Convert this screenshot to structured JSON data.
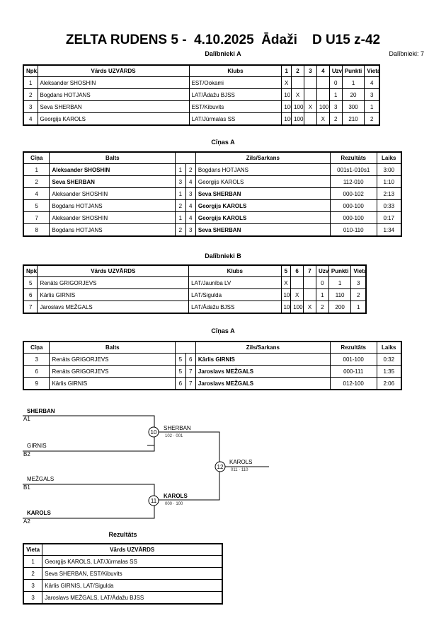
{
  "header": {
    "title": "ZELTA RUDENS 5 -  4.10.2025  Ādaži    D U15 z-42",
    "participants_count": "Dalībnieki: 7"
  },
  "groupA": {
    "title": "Dalībnieki A",
    "headers": [
      "Npk.",
      "Vārds UZVĀRDS",
      "Klubs",
      "1",
      "2",
      "3",
      "4",
      "Uzv.",
      "Punkti",
      "Vieta"
    ],
    "rows": [
      [
        "1",
        "Aleksander SHOSHIN",
        "EST/Ookami",
        "X",
        "",
        "",
        "",
        "0",
        "1",
        "4"
      ],
      [
        "2",
        "Bogdans HOTJANS",
        "LAT/Ādažu BJSS",
        "10",
        "X",
        "",
        "",
        "1",
        "20",
        "3"
      ],
      [
        "3",
        "Seva SHERBAN",
        "EST/Kibuvits",
        "100",
        "100",
        "X",
        "100",
        "3",
        "300",
        "1"
      ],
      [
        "4",
        "Georgijs KAROLS",
        "LAT/Jūrmalas SS",
        "100",
        "100",
        "",
        "X",
        "2",
        "210",
        "2"
      ]
    ]
  },
  "boutsA": {
    "title": "Cīņas A",
    "headers": [
      "Cīņa",
      "Balts",
      "Zils/Sarkans",
      "Rezultāts",
      "Laiks"
    ],
    "rows": [
      [
        "1",
        "Aleksander SHOSHIN",
        "1",
        "2",
        "Bogdans HOTJANS",
        "001s1-010s1",
        "3:00"
      ],
      [
        "2",
        "Seva SHERBAN",
        "3",
        "4",
        "Georgijs KAROLS",
        "112-010",
        "1:10"
      ],
      [
        "4",
        "Aleksander SHOSHIN",
        "1",
        "3",
        "Seva SHERBAN",
        "000-102",
        "2:13"
      ],
      [
        "5",
        "Bogdans HOTJANS",
        "2",
        "4",
        "Georgijs KAROLS",
        "000-100",
        "0:33"
      ],
      [
        "7",
        "Aleksander SHOSHIN",
        "1",
        "4",
        "Georgijs KAROLS",
        "000-100",
        "0:17"
      ],
      [
        "8",
        "Bogdans HOTJANS",
        "2",
        "3",
        "Seva SHERBAN",
        "010-110",
        "1:34"
      ]
    ]
  },
  "groupB": {
    "title": "Dalībnieki B",
    "headers": [
      "Npk.",
      "Vārds UZVĀRDS",
      "Klubs",
      "5",
      "6",
      "7",
      "Uzv.",
      "Punkti",
      "Vieta"
    ],
    "rows": [
      [
        "5",
        "Renāts GRIGORJEVS",
        "LAT/Jaunība LV",
        "X",
        "",
        "",
        "0",
        "1",
        "3"
      ],
      [
        "6",
        "Kārlis GIRNIS",
        "LAT/Sigulda",
        "100",
        "X",
        "",
        "1",
        "110",
        "2"
      ],
      [
        "7",
        "Jaroslavs MEŽGALS",
        "LAT/Ādažu BJSS",
        "100",
        "100",
        "X",
        "2",
        "200",
        "1"
      ]
    ]
  },
  "boutsB": {
    "title": "Cīņas A",
    "headers": [
      "Cīņa",
      "Balts",
      "Zils/Sarkans",
      "Rezultāts",
      "Laiks"
    ],
    "rows": [
      [
        "3",
        "Renāts GRIGORJEVS",
        "5",
        "6",
        "Kārlis GIRNIS",
        "001-100",
        "0:32"
      ],
      [
        "6",
        "Renāts GRIGORJEVS",
        "5",
        "7",
        "Jaroslavs MEŽGALS",
        "000-111",
        "1:35"
      ],
      [
        "9",
        "Kārlis GIRNIS",
        "6",
        "7",
        "Jaroslavs MEŽGALS",
        "012-100",
        "2:06"
      ]
    ]
  },
  "bracket": {
    "a1_name": "SHERBAN",
    "a1_pos": "A1",
    "b2_name": "GIRNIS",
    "b2_pos": "B2",
    "b1_name": "MEŽGALS",
    "b1_pos": "B1",
    "a2_name": "KAROLS",
    "a2_pos": "A2",
    "m10_num": "10",
    "m10_winner": "SHERBAN",
    "m10_score": "102 · 001",
    "m11_num": "11",
    "m11_winner": "KAROLS",
    "m11_score": "000 · 100",
    "m12_num": "12",
    "m12_winner": "KAROLS",
    "m12_score": "011 · 110"
  },
  "results": {
    "title": "Rezultāts",
    "headers": [
      "Vieta",
      "Vārds UZVĀRDS"
    ],
    "rows": [
      [
        "1",
        "Georgijs KAROLS, LAT/Jūrmalas SS"
      ],
      [
        "2",
        "Seva SHERBAN, EST/Kibuvits"
      ],
      [
        "3",
        "Kārlis GIRNIS, LAT/Sigulda"
      ],
      [
        "3",
        "Jaroslavs MEŽGALS, LAT/Ādažu BJSS"
      ]
    ]
  }
}
